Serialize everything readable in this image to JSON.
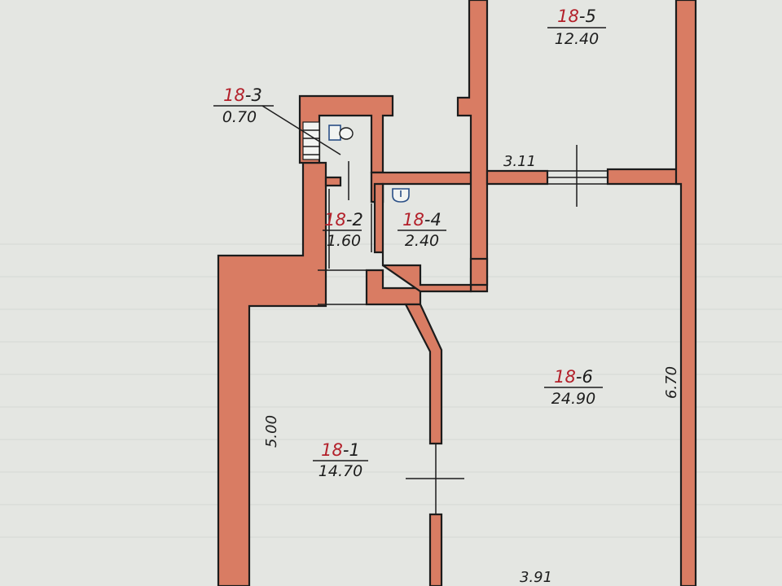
{
  "colors": {
    "paper": "#e4e6e2",
    "wall_fill": "#d97c63",
    "wall_outline": "#1c1c1c",
    "room_code": "#b3202a",
    "text": "#1d1d1d",
    "fixture": "#2a4f86"
  },
  "rooms": [
    {
      "building": "18",
      "number": "1",
      "area": "14.70"
    },
    {
      "building": "18",
      "number": "2",
      "area": "1.60"
    },
    {
      "building": "18",
      "number": "3",
      "area": "0.70"
    },
    {
      "building": "18",
      "number": "4",
      "area": "2.40"
    },
    {
      "building": "18",
      "number": "5",
      "area": "12.40"
    },
    {
      "building": "18",
      "number": "6",
      "area": "24.90"
    }
  ],
  "dimensions": [
    {
      "value": "5.00"
    },
    {
      "value": "6.70"
    },
    {
      "value": "3.11"
    },
    {
      "value": "3.91"
    }
  ],
  "fixtures": [
    {
      "icon": "toilet-icon"
    },
    {
      "icon": "sink-icon"
    },
    {
      "icon": "stairs-icon"
    }
  ]
}
